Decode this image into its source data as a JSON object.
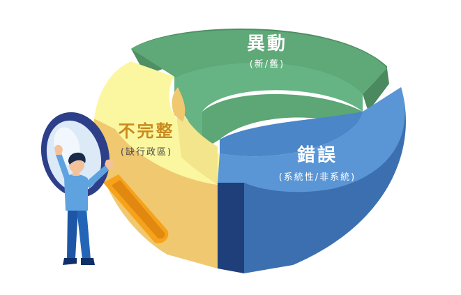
{
  "segments": {
    "change": {
      "title": "異動",
      "subtitle": "(新/舊)"
    },
    "error": {
      "title": "錯誤",
      "subtitle": "(系統性/非系統)"
    },
    "incomplete": {
      "title": "不完整",
      "subtitle": "(缺行政區)"
    }
  },
  "colors": {
    "green_top": "#5fa878",
    "green_side": "#4e8f63",
    "blue_top": "#5a96d6",
    "blue_side": "#2f5f9e",
    "yellow_top": "#fbf7a0",
    "yellow_side": "#f0c870",
    "title_yellow": "#c98a1e"
  },
  "icons": {
    "magnifier": "magnifier-icon",
    "person": "person-illustration"
  }
}
